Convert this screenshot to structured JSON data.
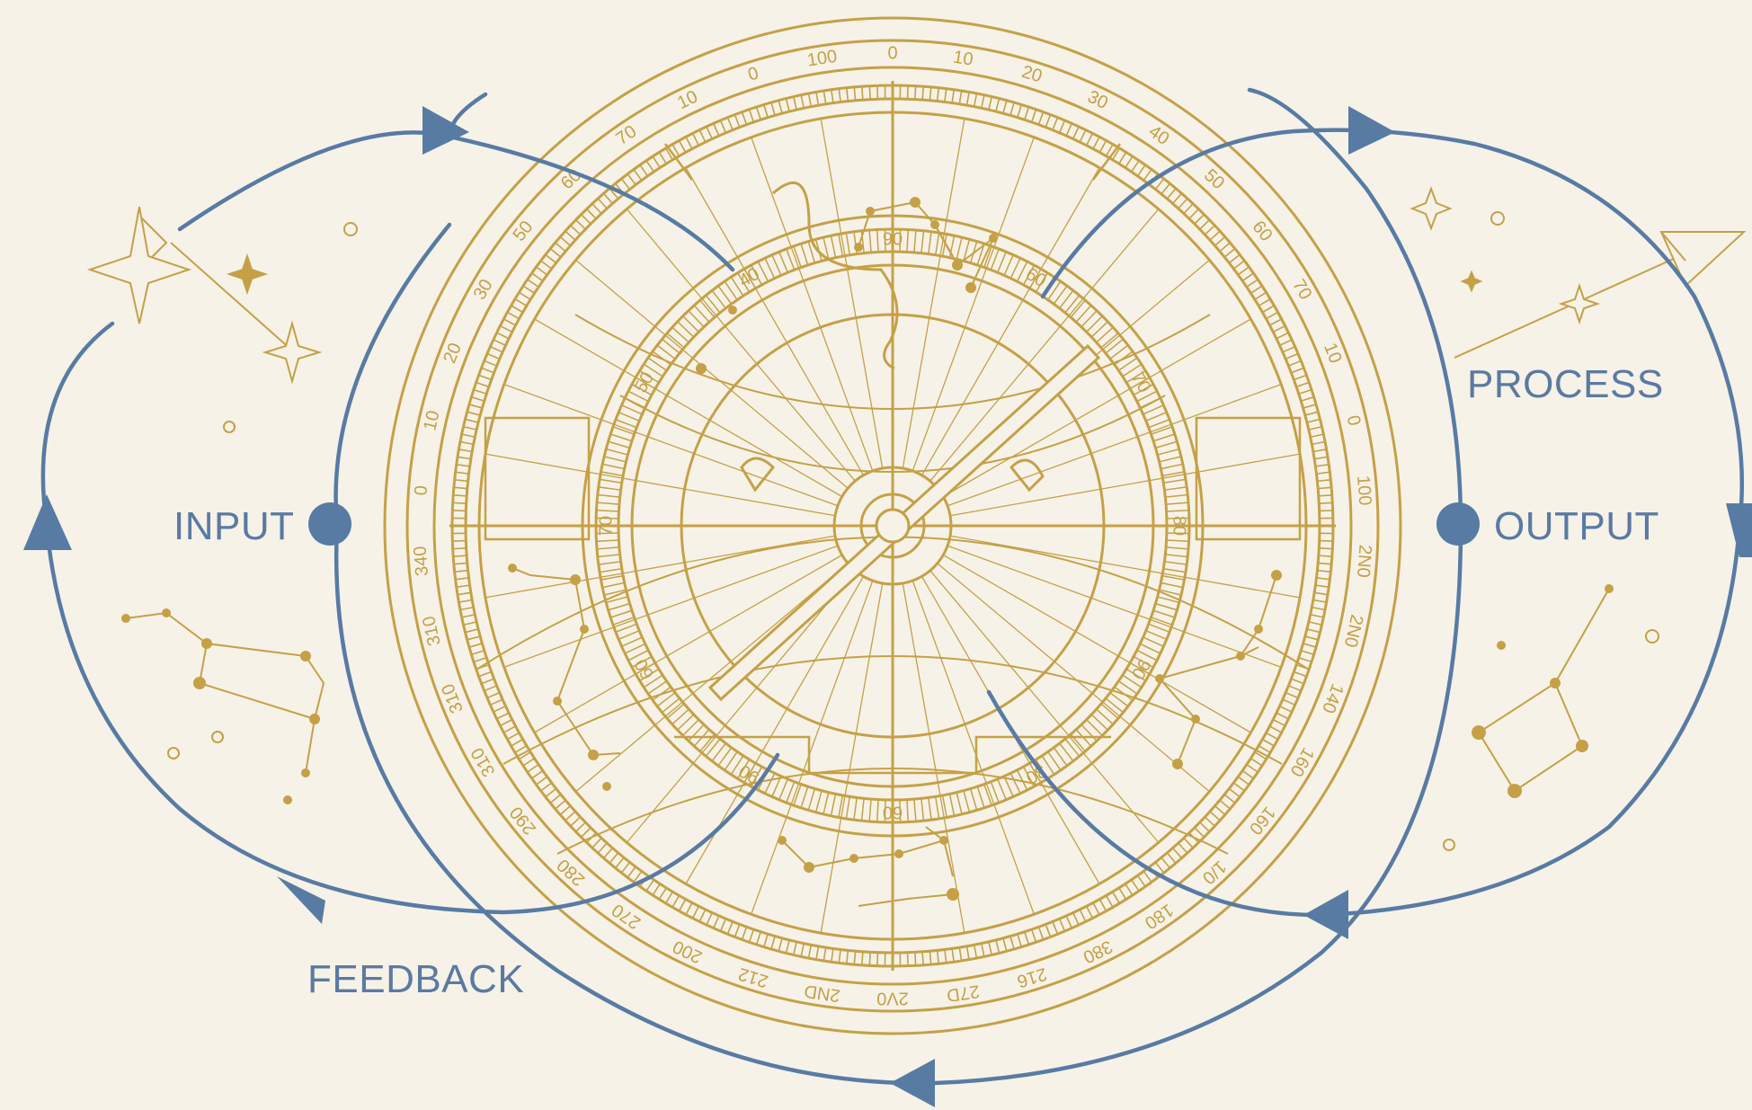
{
  "labels": {
    "input": "INPUT",
    "process": "PROCESS",
    "output": "OUTPUT",
    "feedback": "FEEDBACK"
  },
  "outer_scale": [
    "0",
    "10",
    "20",
    "30",
    "40",
    "50",
    "60",
    "70",
    "10",
    "0",
    "100",
    "2N0",
    "2N0",
    "140",
    "160",
    "160",
    "1/0",
    "180",
    "380",
    "216",
    "27D",
    "2V0",
    "2ND",
    "212",
    "200",
    "270",
    "280",
    "290",
    "310",
    "310",
    "310",
    "340",
    "0",
    "10",
    "20",
    "30",
    "50",
    "60",
    "70",
    "10",
    "0",
    "100"
  ],
  "inner_scale": [
    "90",
    "60",
    "70",
    "80",
    "90",
    "30",
    "60",
    "90",
    "60",
    "70",
    "50",
    "40"
  ],
  "colors": {
    "background": "#f6f2e8",
    "astrolabe": "#c6a046",
    "flow": "#587ba4",
    "label": "#5a7aa3"
  },
  "icons": [
    "sparkle-star-icon",
    "constellation-icon",
    "paper-plane-icon",
    "flow-arrow-icon",
    "sun-face-icon",
    "pointer-rule-icon"
  ]
}
